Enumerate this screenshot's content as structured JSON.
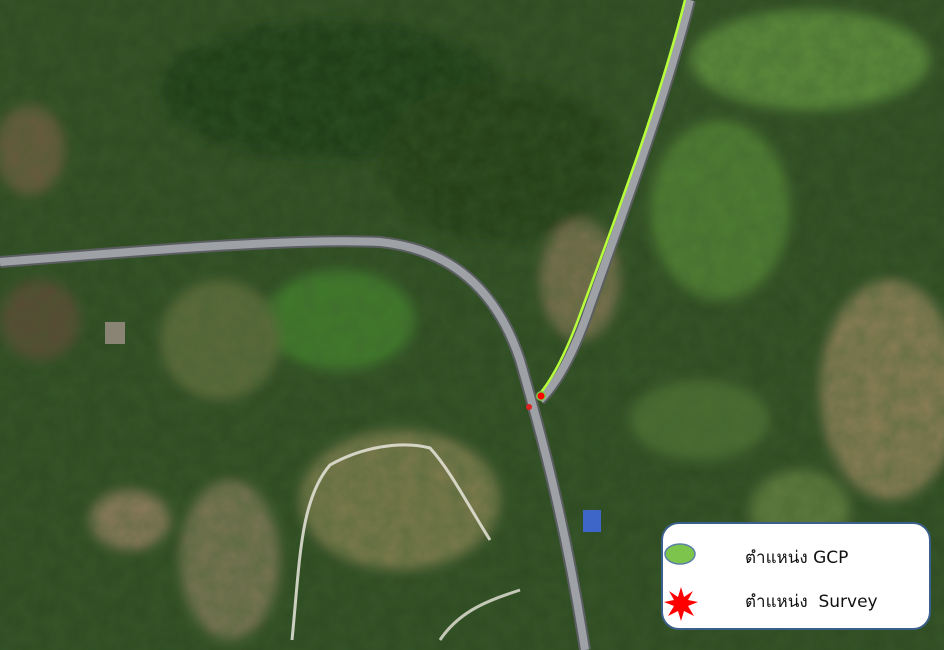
{
  "legend": {
    "items": [
      {
        "label": "ตำแหน่ง GCP",
        "symbol": "green-ellipse",
        "color": "#7cc44b"
      },
      {
        "label": "ตำแหน่ง  Survey",
        "symbol": "red-starburst",
        "color": "#ff0000"
      }
    ]
  },
  "colors": {
    "forest": "#2d4b22",
    "forest_light": "#4f7a32",
    "clearing": "#8a7a52",
    "road": "#8d9196",
    "survey_line": "#b6ff3a",
    "gcp": "#7cc44b",
    "survey": "#ff0000",
    "legend_border": "#3a5f8a"
  }
}
